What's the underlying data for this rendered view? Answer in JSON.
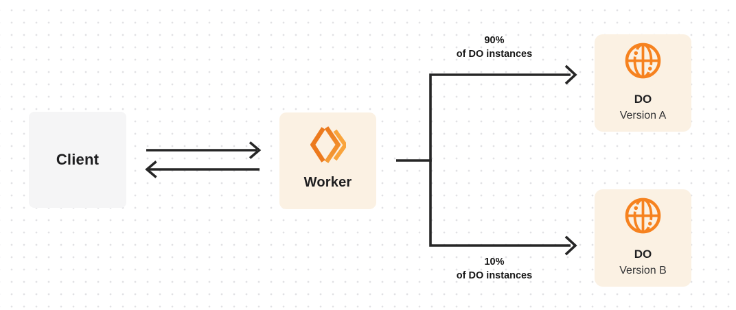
{
  "colors": {
    "canvas_bg": "#ffffff",
    "grid_dot": "#e1e1e4",
    "connector_line": "#262626",
    "accent_orange": "#f6821f",
    "accent_orange_light": "#f9a43c",
    "node_cream_bg": "#fbf1e3",
    "client_gray_bg": "#f5f5f6",
    "text_primary": "#1d1d1f",
    "text_secondary": "#333436"
  },
  "nodes": {
    "client": {
      "label": "Client"
    },
    "worker": {
      "label": "Worker",
      "icon": "cloudflare-workers-logo-icon"
    },
    "do_version_a": {
      "title": "DO",
      "subtitle": "Version A",
      "icon": "durable-object-globe-icon"
    },
    "do_version_b": {
      "title": "DO",
      "subtitle": "Version B",
      "icon": "durable-object-globe-icon"
    }
  },
  "edges": {
    "client_worker": {
      "style": "bidirectional-arrows"
    },
    "branch_top": {
      "percent": "90%",
      "caption": "of DO instances"
    },
    "branch_bottom": {
      "percent": "10%",
      "caption": "of DO instances"
    }
  }
}
